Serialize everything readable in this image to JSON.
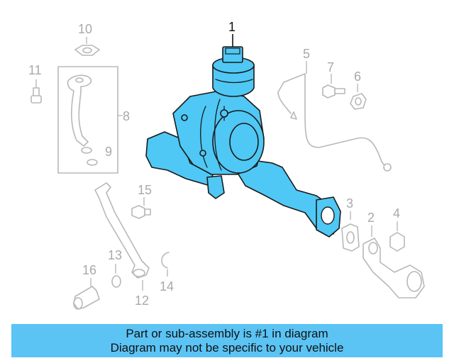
{
  "diagram": {
    "callouts": {
      "c1": "1",
      "c2": "2",
      "c3": "3",
      "c4": "4",
      "c5": "5",
      "c6": "6",
      "c7": "7",
      "c8": "8",
      "c9": "9",
      "c10": "10",
      "c11": "11",
      "c12": "12",
      "c13": "13",
      "c14": "14",
      "c15": "15",
      "c16": "16"
    },
    "highlight_color": "#4fc8f5",
    "ghost_color": "#b8b8b8"
  },
  "banner": {
    "line1": "Part or sub-assembly is #1 in diagram",
    "line2": "Diagram may not be specific to your vehicle",
    "background": "#5bc4f5"
  }
}
